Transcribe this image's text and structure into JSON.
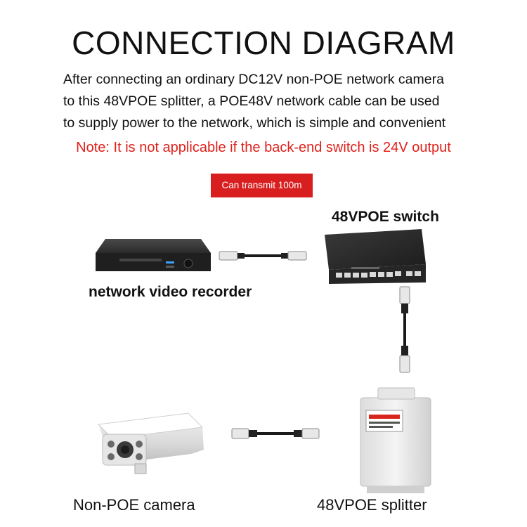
{
  "title": "CONNECTION DIAGRAM",
  "description": [
    "After connecting an ordinary DC12V non-POE network camera",
    "to this 48VPOE splitter, a POE48V network cable can be used",
    "to supply power to the network, which is simple and convenient"
  ],
  "note": "Note: It is not applicable if the back-end switch is 24V output",
  "badge": "Can transmit 100m",
  "labels": {
    "switch": "48VPOE switch",
    "nvr": "network video recorder",
    "camera": "Non-POE camera",
    "splitter": "48VPOE splitter"
  },
  "colors": {
    "note_red": "#e0211b",
    "badge_red": "#d81e1e",
    "device_dark": "#2e2e2e",
    "cable": "#1a1a1a"
  }
}
